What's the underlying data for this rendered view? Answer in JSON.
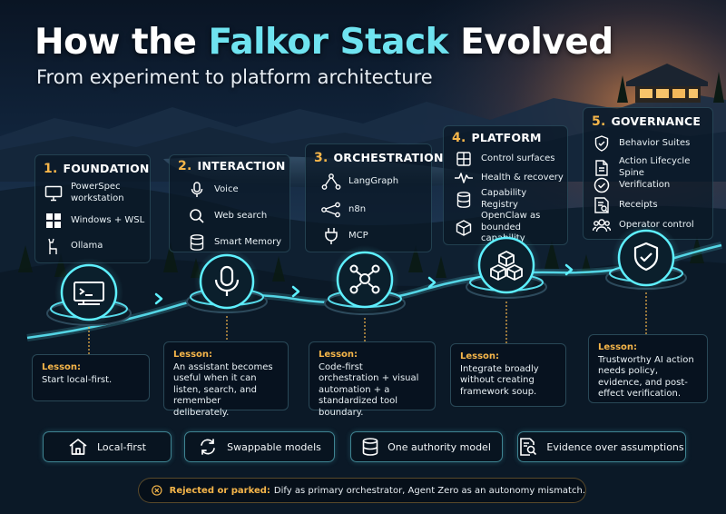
{
  "title": {
    "prefix": "How the ",
    "accent": "Falkor Stack",
    "suffix": " Evolved"
  },
  "subtitle": "From experiment to platform architecture",
  "stages": [
    {
      "number": "1.",
      "name": "FOUNDATION",
      "items": [
        {
          "icon": "monitor-icon",
          "label": "PowerSpec workstation"
        },
        {
          "icon": "windows-icon",
          "label": "Windows + WSL"
        },
        {
          "icon": "llama-icon",
          "label": "Ollama"
        }
      ],
      "node_icon": "terminal-icon",
      "lesson_label": "Lesson:",
      "lesson": "Start local-first."
    },
    {
      "number": "2.",
      "name": "INTERACTION",
      "items": [
        {
          "icon": "microphone-icon",
          "label": "Voice"
        },
        {
          "icon": "search-icon",
          "label": "Web search"
        },
        {
          "icon": "database-icon",
          "label": "Smart Memory"
        }
      ],
      "node_icon": "microphone-icon",
      "lesson_label": "Lesson:",
      "lesson": "An assistant becomes useful when it can listen, search, and remember deliberately."
    },
    {
      "number": "3.",
      "name": "ORCHESTRATION",
      "items": [
        {
          "icon": "graph-icon",
          "label": "LangGraph"
        },
        {
          "icon": "share-nodes-icon",
          "label": "n8n"
        },
        {
          "icon": "plug-icon",
          "label": "MCP"
        }
      ],
      "node_icon": "network-icon",
      "lesson_label": "Lesson:",
      "lesson": "Code-first orchestration + visual automation + a standardized tool boundary."
    },
    {
      "number": "4.",
      "name": "PLATFORM",
      "items": [
        {
          "icon": "control-grid-icon",
          "label": "Control surfaces"
        },
        {
          "icon": "heartbeat-icon",
          "label": "Health & recovery"
        },
        {
          "icon": "database-icon",
          "label": "Capability Registry"
        },
        {
          "icon": "cube-icon",
          "label": "OpenClaw as bounded capability"
        }
      ],
      "node_icon": "cubes-icon",
      "lesson_label": "Lesson:",
      "lesson": "Integrate broadly without creating framework soup."
    },
    {
      "number": "5.",
      "name": "GOVERNANCE",
      "items": [
        {
          "icon": "shield-check-icon",
          "label": "Behavior Suites"
        },
        {
          "icon": "document-icon",
          "label": "Action Lifecycle Spine"
        },
        {
          "icon": "check-circle-icon",
          "label": "Verification"
        },
        {
          "icon": "receipt-icon",
          "label": "Receipts"
        },
        {
          "icon": "users-icon",
          "label": "Operator control"
        }
      ],
      "node_icon": "shield-check-icon",
      "lesson_label": "Lesson:",
      "lesson": "Trustworthy AI action needs policy, evidence, and post-effect verification."
    }
  ],
  "principles": [
    {
      "icon": "home-icon",
      "label": "Local-first"
    },
    {
      "icon": "refresh-icon",
      "label": "Swappable models"
    },
    {
      "icon": "database-icon",
      "label": "One authority model"
    },
    {
      "icon": "document-search-icon",
      "label": "Evidence over assumptions"
    }
  ],
  "rejected": {
    "icon": "close-circle-icon",
    "label": "Rejected or parked:",
    "text": "Dify as primary orchestrator, Agent Zero as an autonomy mismatch."
  },
  "colors": {
    "accent": "#6fe3f0",
    "number": "#f6b64a",
    "glow": "#5ef0ff"
  }
}
